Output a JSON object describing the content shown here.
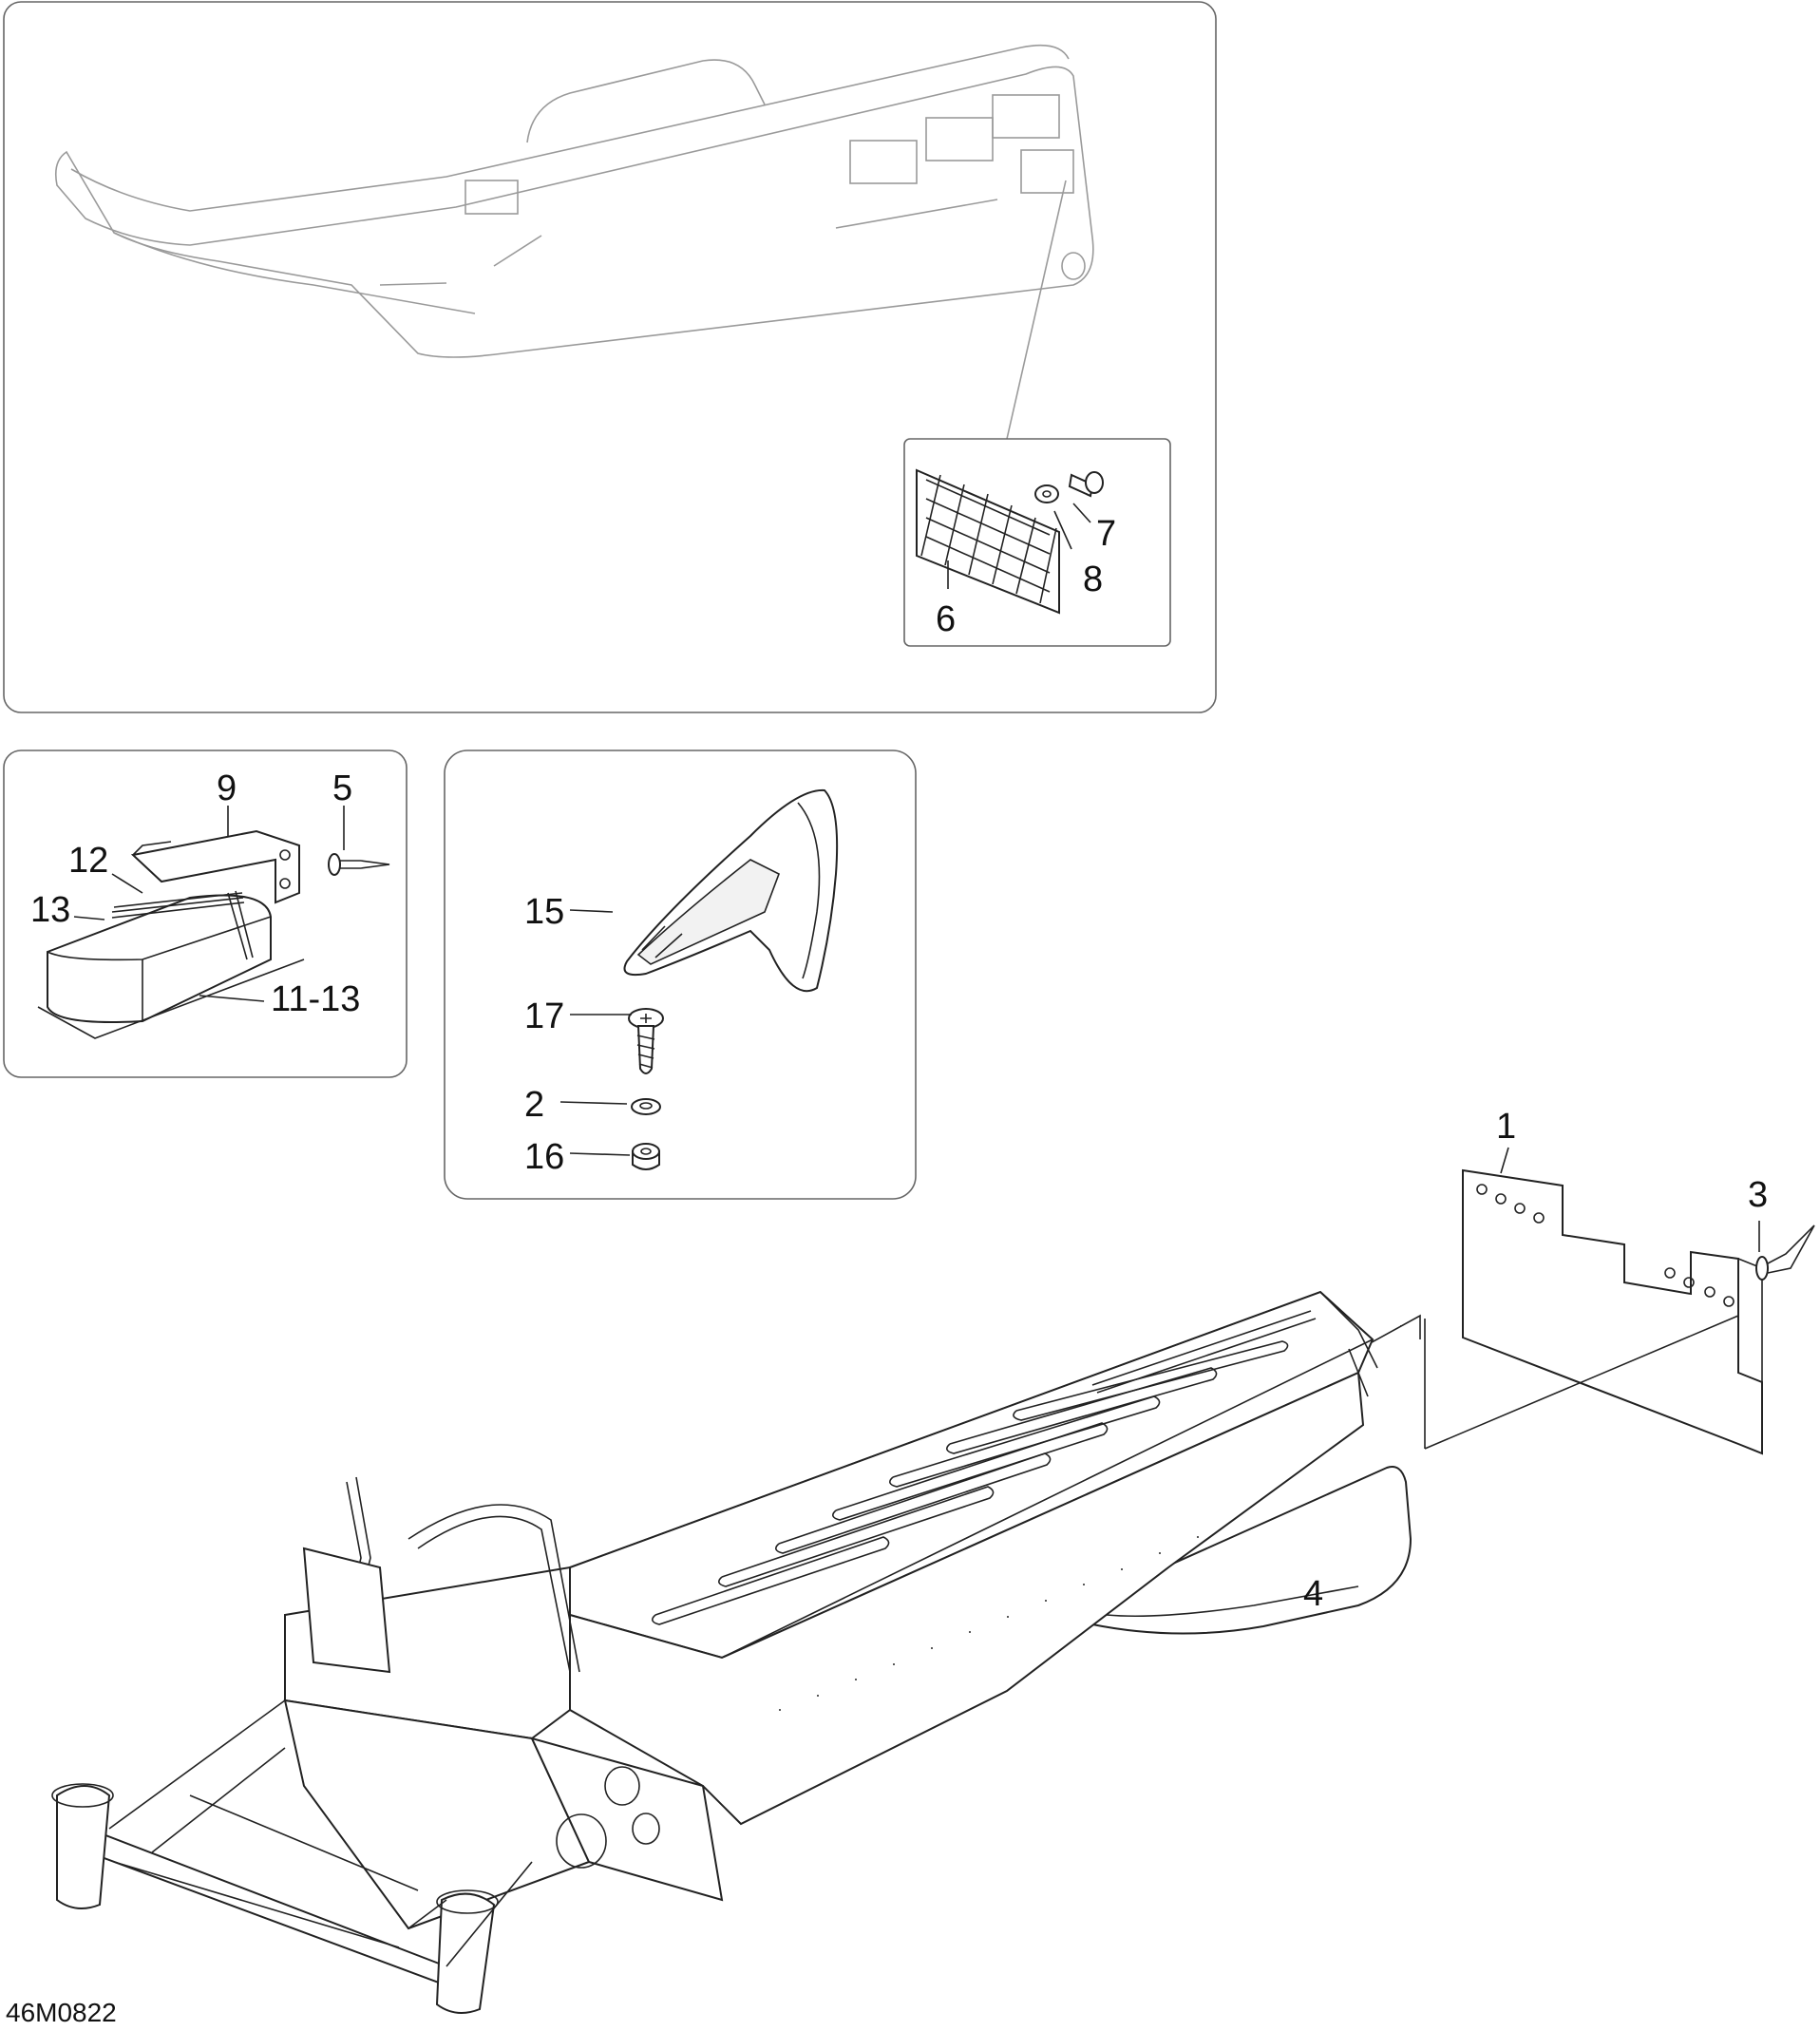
{
  "drawing_code": "46M0822",
  "callouts": {
    "c1": "1",
    "c2": "2",
    "c3": "3",
    "c4": "4",
    "c5": "5",
    "c6": "6",
    "c7": "7",
    "c8": "8",
    "c9": "9",
    "c11_13": "11-13",
    "c12": "12",
    "c13": "13",
    "c15": "15",
    "c16": "16",
    "c17": "17"
  },
  "colors": {
    "line": "#222222",
    "light_line": "#9a9a9a",
    "panel_border": "#666666",
    "background": "#ffffff"
  }
}
